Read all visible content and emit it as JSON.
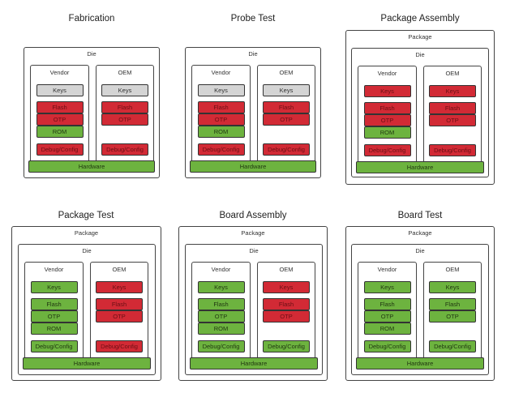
{
  "labels": {
    "package": "Package",
    "die": "Die",
    "vendor": "Vendor",
    "oem": "OEM",
    "hardware": "Hardware",
    "keys": "Keys",
    "flash": "Flash",
    "otp": "OTP",
    "rom": "ROM",
    "debug": "Debug/Config"
  },
  "colors": {
    "red": "#d22a35",
    "green": "#6db33f",
    "gray": "#d4d4d4"
  },
  "stages": [
    {
      "title": "Fabrication",
      "has_package": false,
      "vendor": {
        "keys": "gray",
        "flash": "red",
        "otp": "red",
        "rom": "green",
        "debug": "red"
      },
      "oem": {
        "keys": "gray",
        "flash": "red",
        "otp": "red",
        "debug": "red"
      }
    },
    {
      "title": "Probe Test",
      "has_package": false,
      "vendor": {
        "keys": "gray",
        "flash": "red",
        "otp": "red",
        "rom": "green",
        "debug": "red"
      },
      "oem": {
        "keys": "gray",
        "flash": "red",
        "otp": "red",
        "debug": "red"
      }
    },
    {
      "title": "Package Assembly",
      "has_package": true,
      "vendor": {
        "keys": "red",
        "flash": "red",
        "otp": "red",
        "rom": "green",
        "debug": "red"
      },
      "oem": {
        "keys": "red",
        "flash": "red",
        "otp": "red",
        "debug": "red"
      }
    },
    {
      "title": "Package Test",
      "has_package": true,
      "vendor": {
        "keys": "green",
        "flash": "green",
        "otp": "green",
        "rom": "green",
        "debug": "green"
      },
      "oem": {
        "keys": "red",
        "flash": "red",
        "otp": "red",
        "debug": "red"
      }
    },
    {
      "title": "Board Assembly",
      "has_package": true,
      "vendor": {
        "keys": "green",
        "flash": "green",
        "otp": "green",
        "rom": "green",
        "debug": "green"
      },
      "oem": {
        "keys": "red",
        "flash": "red",
        "otp": "red",
        "debug": "green"
      }
    },
    {
      "title": "Board Test",
      "has_package": true,
      "vendor": {
        "keys": "green",
        "flash": "green",
        "otp": "green",
        "rom": "green",
        "debug": "green"
      },
      "oem": {
        "keys": "green",
        "flash": "green",
        "otp": "green",
        "debug": "green"
      }
    }
  ]
}
